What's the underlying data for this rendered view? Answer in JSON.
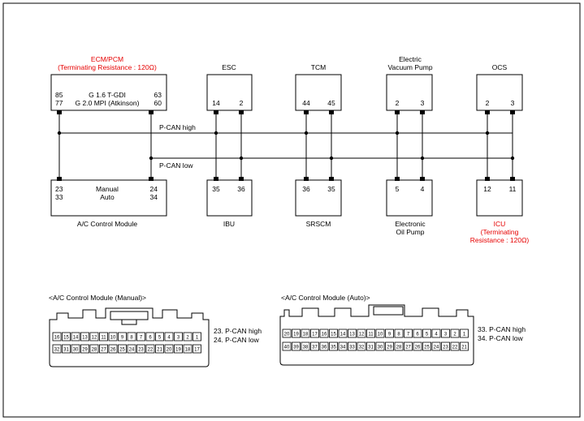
{
  "colors": {
    "line": "#000000",
    "terminating": "#e60000",
    "pin_fill": "#ffffff"
  },
  "buses": {
    "high": "P-CAN high",
    "low": "P-CAN low"
  },
  "top_modules": [
    {
      "id": "ecm",
      "title": "ECM/PCM",
      "subtitle": "(Terminating Resistance : 120Ω)",
      "row1": {
        "left": "85",
        "mid": "G 1.6 T-GDI",
        "right": "63"
      },
      "row2": {
        "left": "77",
        "mid": "G 2.0 MPI (Atkinson)",
        "right": "60"
      }
    },
    {
      "id": "esc",
      "title": "ESC",
      "pins": [
        "14",
        "2"
      ]
    },
    {
      "id": "tcm",
      "title": "TCM",
      "pins": [
        "44",
        "45"
      ]
    },
    {
      "id": "evp",
      "title_line1": "Electric",
      "title_line2": "Vacuum Pump",
      "pins": [
        "2",
        "3"
      ]
    },
    {
      "id": "ocs",
      "title": "OCS",
      "pins": [
        "2",
        "3"
      ]
    }
  ],
  "bottom_modules": [
    {
      "id": "acm",
      "row1": {
        "left": "23",
        "mid": "Manual",
        "right": "24"
      },
      "row2": {
        "left": "33",
        "mid": "Auto",
        "right": "34"
      },
      "label": "A/C Control Module"
    },
    {
      "id": "ibu",
      "pins": [
        "35",
        "36"
      ],
      "label": "IBU"
    },
    {
      "id": "srscm",
      "pins": [
        "36",
        "35"
      ],
      "label": "SRSCM"
    },
    {
      "id": "eop",
      "pins": [
        "5",
        "4"
      ],
      "label_line1": "Electronic",
      "label_line2": "Oil Pump"
    },
    {
      "id": "icu",
      "pins": [
        "12",
        "11"
      ],
      "label_line1": "ICU",
      "label_line2": "(Terminating",
      "label_line3": "Resistance : 120Ω)"
    }
  ],
  "connectors": {
    "manual": {
      "title": "<A/C Control Module (Manual)>",
      "row1": [
        "16",
        "15",
        "14",
        "13",
        "12",
        "11",
        "10",
        "9",
        "8",
        "7",
        "6",
        "5",
        "4",
        "3",
        "2",
        "1"
      ],
      "row2": [
        "32",
        "31",
        "30",
        "29",
        "28",
        "27",
        "26",
        "25",
        "24",
        "23",
        "22",
        "21",
        "20",
        "19",
        "18",
        "17"
      ],
      "note1": "23. P-CAN high",
      "note2": "24. P-CAN low"
    },
    "auto": {
      "title": "<A/C Control Module (Auto)>",
      "row1": [
        "20",
        "19",
        "18",
        "17",
        "16",
        "15",
        "14",
        "13",
        "12",
        "11",
        "10",
        "9",
        "8",
        "7",
        "6",
        "5",
        "4",
        "3",
        "2",
        "1"
      ],
      "row2": [
        "40",
        "39",
        "38",
        "37",
        "36",
        "35",
        "34",
        "33",
        "32",
        "31",
        "30",
        "29",
        "28",
        "27",
        "26",
        "25",
        "24",
        "23",
        "22",
        "21"
      ],
      "note1": "33. P-CAN high",
      "note2": "34. P-CAN low"
    }
  }
}
